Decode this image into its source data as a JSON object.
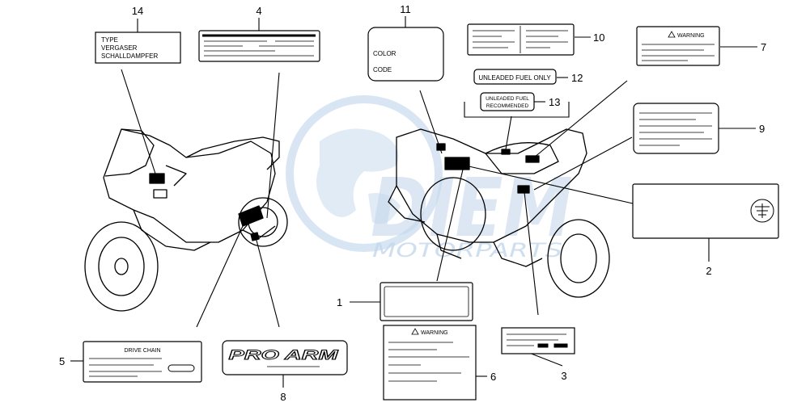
{
  "watermark": {
    "brand": "DIEM",
    "sub": "MOTORPARTS",
    "color": "#c5d8ec"
  },
  "callouts": {
    "c1": "1",
    "c2": "2",
    "c3": "3",
    "c4": "4",
    "c5": "5",
    "c6": "6",
    "c7": "7",
    "c8": "8",
    "c9": "9",
    "c10": "10",
    "c11": "11",
    "c12": "12",
    "c13": "13",
    "c14": "14"
  },
  "labels": {
    "type_line1": "TYPE",
    "type_line2": "VERGASER",
    "type_line3": "SCHALLDAMPFER",
    "color_line1": "COLOR",
    "color_line2": "CODE",
    "unleaded": "UNLEADED FUEL ONLY",
    "recommended_line1": "UNLEADED FUEL",
    "recommended_line2": "RECOMMENDED",
    "warning": "WARNING",
    "drive_chain": "DRIVE CHAIN",
    "pro_arm": "PRO ARM"
  }
}
